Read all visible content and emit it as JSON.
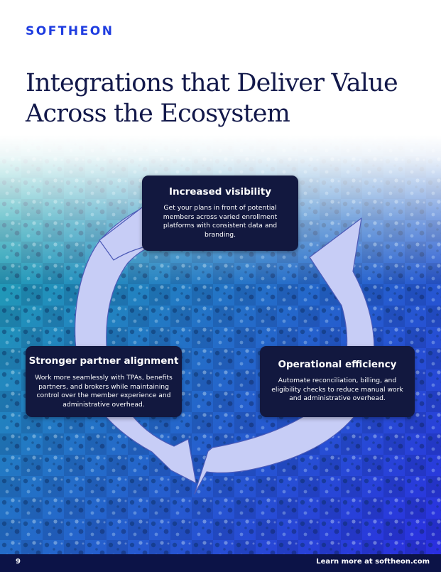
{
  "brand": {
    "logo": "SOFTHEON"
  },
  "title": {
    "line1": "Integrations that Deliver Value",
    "line2": "Across the Ecosystem"
  },
  "cards": {
    "top": {
      "title": "Increased visibility",
      "body": "Get your plans in front of potential members across varied enrollment platforms with consistent data and branding."
    },
    "left": {
      "title": "Stronger partner alignment",
      "body": "Work more seamlessly with TPAs, benefits partners, and brokers while maintaining control over the member experience and administrative overhead."
    },
    "right": {
      "title": "Operational efficiency",
      "body": "Automate reconciliation, billing, and eligibility checks to reduce manual work and administrative overhead."
    }
  },
  "footer": {
    "page_number": "9",
    "learn_more": "Learn more at softheon.com"
  },
  "colors": {
    "brand_blue": "#1f3de0",
    "title_navy": "#12184a",
    "card_bg": "#12183f",
    "footer_bg": "#0c1347",
    "arrow_fill": "#c7cdf6"
  }
}
